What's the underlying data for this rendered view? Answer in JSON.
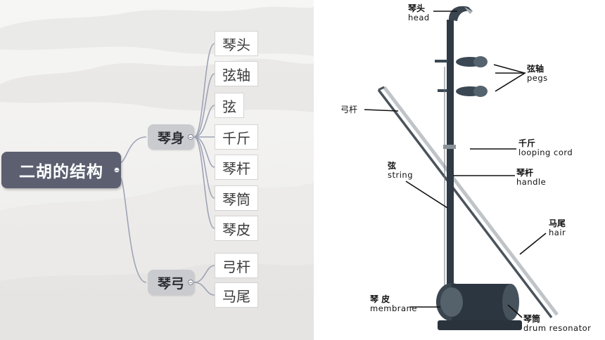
{
  "mindmap": {
    "root": "二胡的结构",
    "branches": [
      {
        "label": "琴身",
        "children": [
          "琴头",
          "弦轴",
          "弦",
          "千斤",
          "琴杆",
          "琴筒",
          "琴皮"
        ]
      },
      {
        "label": "琴弓",
        "children": [
          "弓杆",
          "马尾"
        ]
      }
    ]
  },
  "photo_labels": {
    "head": {
      "zh": "琴头",
      "en": "head"
    },
    "pegs": {
      "zh": "弦轴",
      "en": "pegs"
    },
    "bow": {
      "zh": "弓杆"
    },
    "looping_cord": {
      "zh": "千斤",
      "en": "looping cord"
    },
    "string": {
      "zh": "弦",
      "en": "string"
    },
    "handle": {
      "zh": "琴杆",
      "en": "handle"
    },
    "hair": {
      "zh": "马尾",
      "en": "hair"
    },
    "membrane": {
      "zh": "琴 皮",
      "en": "membrane"
    },
    "drum": {
      "zh": "琴筒",
      "en": "drum resonator"
    }
  },
  "colors": {
    "root_bg": "#5b5f70",
    "branch_bg": "#c9cbcf",
    "connector": "#9fa3b5",
    "instrument": "#2f3a44"
  }
}
